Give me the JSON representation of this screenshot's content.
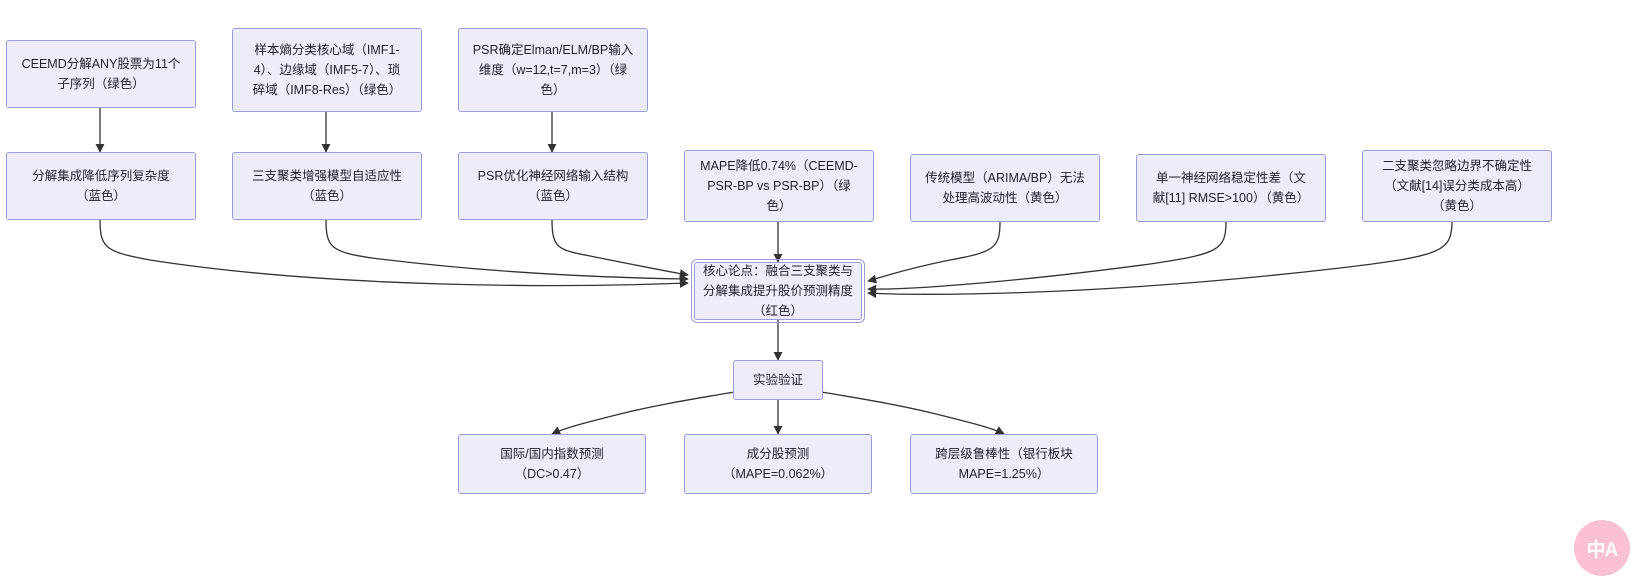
{
  "diagram": {
    "type": "flowchart",
    "title": "",
    "theme": {
      "node_fill": "#ECECFB",
      "node_border": "#9B9BDD",
      "edge_color": "#333333",
      "background": "#FFFFFF",
      "watermark_color": "#F9A8C4"
    },
    "nodes": [
      {
        "id": "n1",
        "label": "CEEMD分解ANY股票为11个\n子序列（绿色）"
      },
      {
        "id": "n2",
        "label": "样本熵分类核心域（IMF1-\n4）、边缘域（IMF5-7）、琐\n碎域（IMF8-Res）（绿色）"
      },
      {
        "id": "n3",
        "label": "PSR确定Elman/ELM/BP输入\n维度（w=12,t=7,m=3）（绿\n色）"
      },
      {
        "id": "n4",
        "label": "分解集成降低序列复杂度\n（蓝色）"
      },
      {
        "id": "n5",
        "label": "三支聚类增强模型自适应性\n（蓝色）"
      },
      {
        "id": "n6",
        "label": "PSR优化神经网络输入结构\n（蓝色）"
      },
      {
        "id": "n7",
        "label": "MAPE降低0.74%（CEEMD-\nPSR-BP vs PSR-BP）（绿\n色）"
      },
      {
        "id": "n8",
        "label": "传统模型（ARIMA/BP）无法\n处理高波动性（黄色）"
      },
      {
        "id": "n9",
        "label": "单一神经网络稳定性差（文\n献[11] RMSE>100）（黄色）"
      },
      {
        "id": "n10",
        "label": "二支聚类忽略边界不确定性\n（文献[14]误分类成本高）\n（黄色）"
      },
      {
        "id": "core",
        "label": "核心论点：融合三支聚类与\n分解集成提升股价预测精度\n（红色）"
      },
      {
        "id": "n11",
        "label": "实验验证"
      },
      {
        "id": "n12",
        "label": "国际/国内指数预测\n（DC>0.47）"
      },
      {
        "id": "n13",
        "label": "成分股预测\n（MAPE=0.062%）"
      },
      {
        "id": "n14",
        "label": "跨层级鲁棒性（银行板块\nMAPE=1.25%）"
      }
    ],
    "edges": [
      {
        "from": "n1",
        "to": "n4"
      },
      {
        "from": "n2",
        "to": "n5"
      },
      {
        "from": "n3",
        "to": "n6"
      },
      {
        "from": "n4",
        "to": "core"
      },
      {
        "from": "n5",
        "to": "core"
      },
      {
        "from": "n6",
        "to": "core"
      },
      {
        "from": "n7",
        "to": "core"
      },
      {
        "from": "n8",
        "to": "core"
      },
      {
        "from": "n9",
        "to": "core"
      },
      {
        "from": "n10",
        "to": "core"
      },
      {
        "from": "core",
        "to": "n11"
      },
      {
        "from": "n11",
        "to": "n12"
      },
      {
        "from": "n11",
        "to": "n13"
      },
      {
        "from": "n11",
        "to": "n14"
      }
    ],
    "watermark": {
      "text": "中A"
    }
  }
}
